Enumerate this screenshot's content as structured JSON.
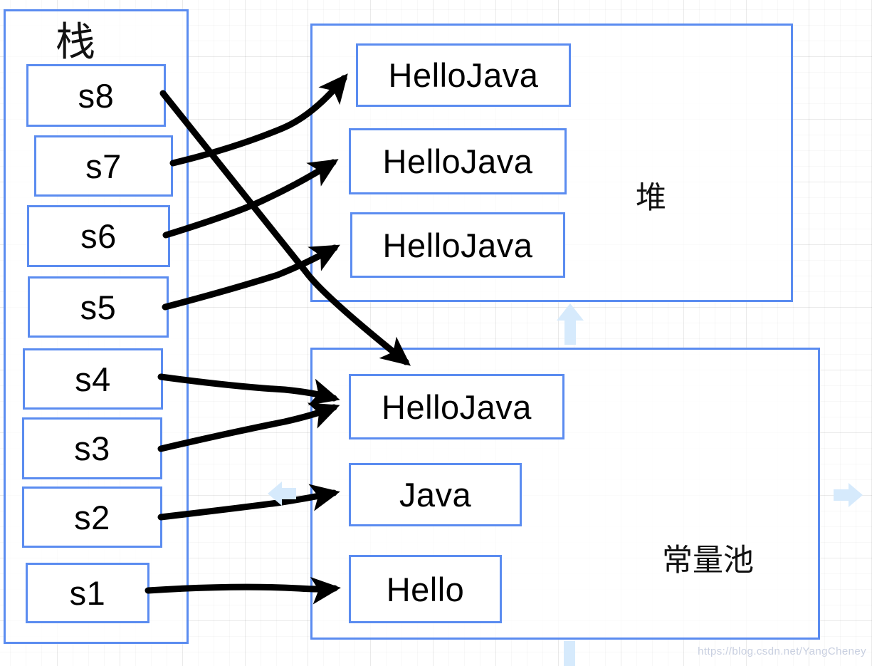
{
  "diagram": {
    "title_watermark": "https://blog.csdn.net/YangCheney",
    "accent_color": "#5b8cf0",
    "edge_color": "#000000",
    "nav_arrow_color": "#d6eafc"
  },
  "stack": {
    "label": "栈",
    "cells": [
      {
        "id": "s8",
        "label": "s8"
      },
      {
        "id": "s7",
        "label": "s7"
      },
      {
        "id": "s6",
        "label": "s6"
      },
      {
        "id": "s5",
        "label": "s5"
      },
      {
        "id": "s4",
        "label": "s4"
      },
      {
        "id": "s3",
        "label": "s3"
      },
      {
        "id": "s2",
        "label": "s2"
      },
      {
        "id": "s1",
        "label": "s1"
      }
    ]
  },
  "heap": {
    "label": "堆",
    "cells": [
      {
        "id": "heap-0",
        "label": "HelloJava"
      },
      {
        "id": "heap-1",
        "label": "HelloJava"
      },
      {
        "id": "heap-2",
        "label": "HelloJava"
      }
    ]
  },
  "constant_pool": {
    "label": "常量池",
    "cells": [
      {
        "id": "pool-0",
        "label": "HelloJava"
      },
      {
        "id": "pool-1",
        "label": "Java"
      },
      {
        "id": "pool-2",
        "label": "Hello"
      }
    ]
  },
  "references": [
    {
      "from": "s8",
      "to": "pool-0"
    },
    {
      "from": "s7",
      "to": "heap-0"
    },
    {
      "from": "s6",
      "to": "heap-1"
    },
    {
      "from": "s5",
      "to": "heap-2"
    },
    {
      "from": "s4",
      "to": "pool-0"
    },
    {
      "from": "s3",
      "to": "pool-0"
    },
    {
      "from": "s2",
      "to": "pool-1"
    },
    {
      "from": "s1",
      "to": "pool-2"
    }
  ],
  "nav_arrows": [
    {
      "id": "nav-up",
      "direction": "up"
    },
    {
      "id": "nav-left",
      "direction": "left"
    },
    {
      "id": "nav-right",
      "direction": "right"
    },
    {
      "id": "nav-down",
      "direction": "down"
    }
  ]
}
